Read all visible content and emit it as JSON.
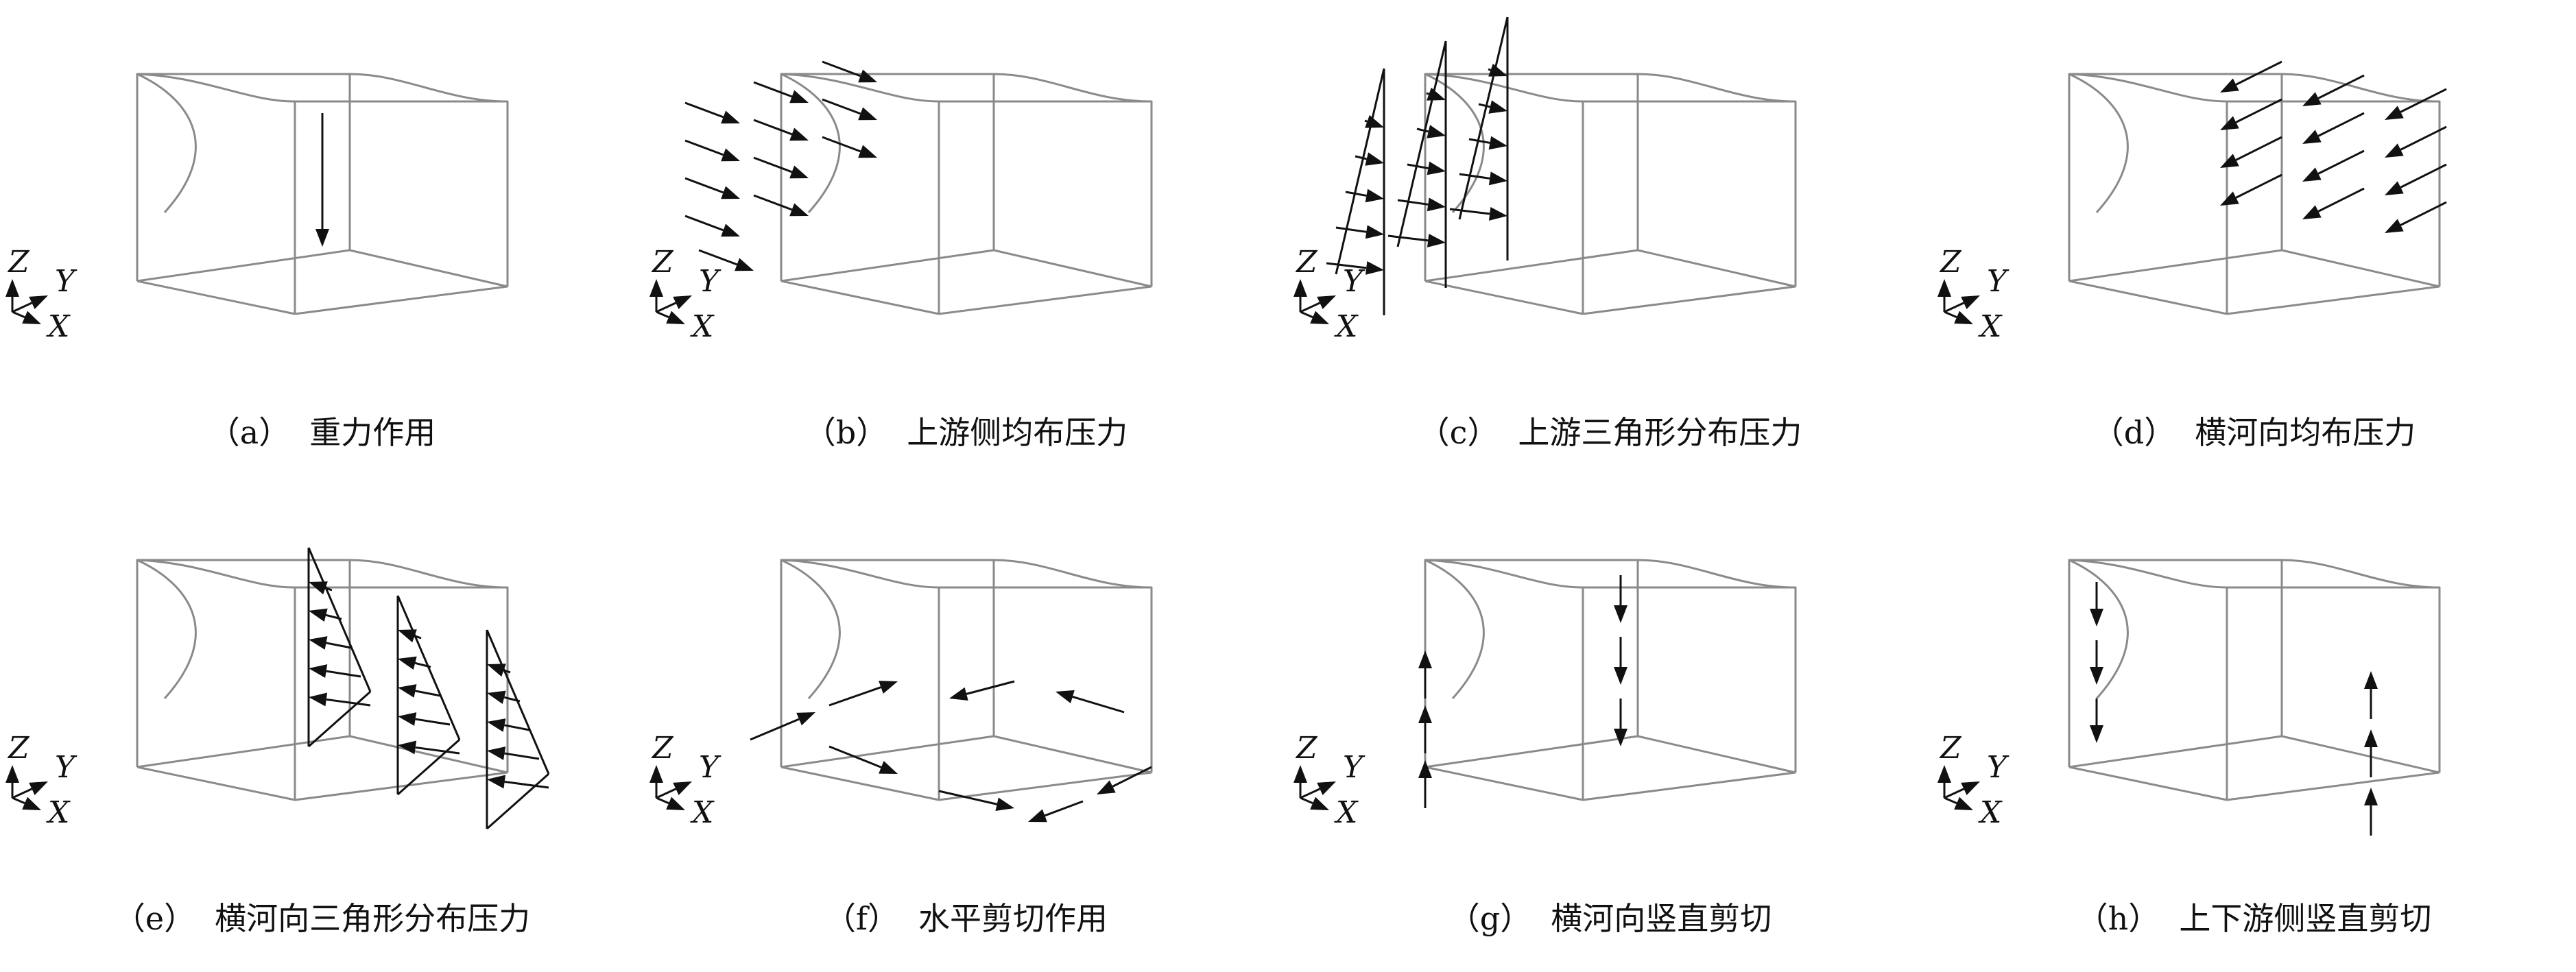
{
  "panels": [
    {
      "label": "（a）",
      "caption": "重力作用"
    },
    {
      "label": "（b）",
      "caption": "上游侧均布压力"
    },
    {
      "label": "（c）",
      "caption": "上游三角形分布压力"
    },
    {
      "label": "（d）",
      "caption": "横河向均布压力"
    },
    {
      "label": "（e）",
      "caption": "横河向三角形分布压力"
    },
    {
      "label": "（f）",
      "caption": "水平剪切作用"
    },
    {
      "label": "（g）",
      "caption": "横河向竖直剪切"
    },
    {
      "label": "（h）",
      "caption": "上下游侧竖直剪切"
    }
  ],
  "axes": {
    "z": "Z",
    "y": "Y",
    "x": "X"
  },
  "colors": {
    "box": "#8a8a8a",
    "arrow": "#111111"
  }
}
